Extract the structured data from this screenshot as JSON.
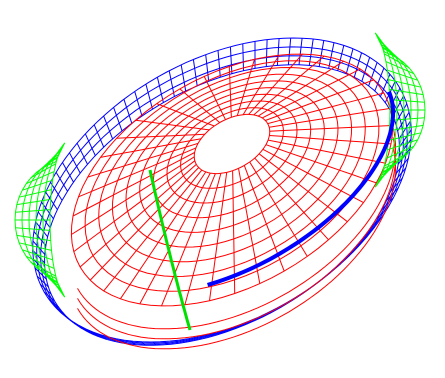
{
  "figure": {
    "colors": {
      "background": "#ffffff",
      "outer_ring": "#0000ff",
      "inner_body": "#ff0000",
      "flanges": "#00ff00",
      "seam": "#0000ff",
      "green_seam": "#00e000"
    },
    "parts": [
      {
        "name": "outer-ring-mesh",
        "color_key": "outer_ring"
      },
      {
        "name": "inner-body-mesh",
        "color_key": "inner_body"
      },
      {
        "name": "left-flange-mesh",
        "color_key": "flanges"
      },
      {
        "name": "right-flange-mesh",
        "color_key": "flanges"
      },
      {
        "name": "seam-line",
        "color_key": "seam"
      }
    ]
  }
}
